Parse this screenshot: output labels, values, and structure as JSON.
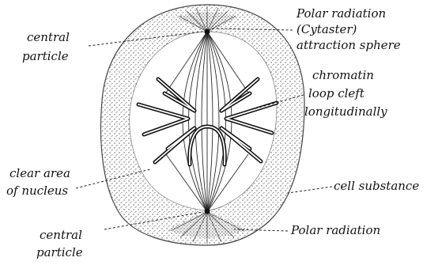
{
  "labels": {
    "polar_radiation_top": [
      "Polar radiation",
      "(Cytaster)",
      "attraction sphere"
    ],
    "central_particle_top": [
      "central",
      "particle"
    ],
    "chromatin": [
      "chromatin",
      "loop cleft",
      "longitudinally"
    ],
    "clear_area": [
      "clear area",
      "of nucleus"
    ],
    "cell_substance": "cell substance",
    "central_particle_bottom": [
      "central",
      "particle"
    ],
    "polar_radiation_bottom": "Polar radiation"
  },
  "colors": {
    "ink": "#111111",
    "cell_shading": "#8a8a8a",
    "background": "#ffffff"
  }
}
